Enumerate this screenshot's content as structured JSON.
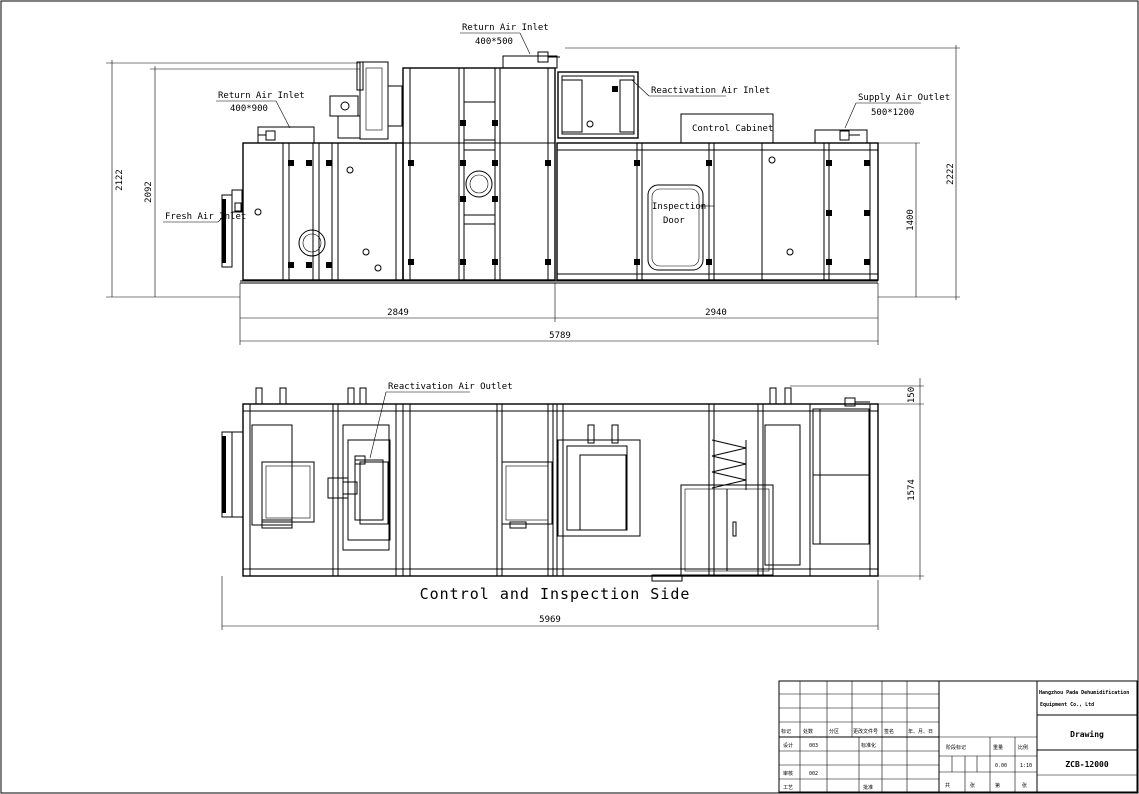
{
  "top_view": {
    "return_air_inlet_top": "Return Air Inlet",
    "return_air_inlet_top_size": "400*500",
    "return_air_inlet_left": "Return Air Inlet",
    "return_air_inlet_left_size": "400*900",
    "reactivation_air_inlet": "Reactivation Air Inlet",
    "supply_air_outlet": "Supply Air Outlet",
    "supply_air_outlet_size": "500*1200",
    "control_cabinet": "Control Cabinet",
    "fresh_air_inlet": "Fresh Air Inlet",
    "inspection_door_line1": "Inspection",
    "inspection_door_line2": "Door",
    "dim_2122": "2122",
    "dim_2092": "2092",
    "dim_2222": "2222",
    "dim_1400": "1400",
    "dim_2849": "2849",
    "dim_2940": "2940",
    "dim_5789": "5789"
  },
  "bottom_view": {
    "reactivation_air_outlet": "Reactivation Air Outlet",
    "dim_150": "150",
    "dim_1574": "1574",
    "title": "Control and Inspection Side",
    "dim_5969": "5969"
  },
  "title_block": {
    "company_line1": "Hangzhou Pada Dehumidification",
    "company_line2": "Equipment Co., Ltd",
    "drawing_label": "Drawing",
    "drawing_number": "ZCB-12000",
    "col_mark": "标记",
    "col_count": "处数",
    "col_zone": "分区",
    "col_change_doc": "更改文件号",
    "col_signature": "签名",
    "col_date": "年、月、日",
    "row_design": "设计",
    "row_design_val": "003",
    "row_standard": "标准化",
    "row_review": "审核",
    "row_review_val": "002",
    "row_process": "工艺",
    "row_approve": "批准",
    "stage_mark": "阶段标记",
    "weight": "重量",
    "scale": "比例",
    "weight_val": "0.00",
    "scale_val": "1:10",
    "total": "共",
    "sheets": "张",
    "page": "第",
    "sheet_word": "张"
  }
}
